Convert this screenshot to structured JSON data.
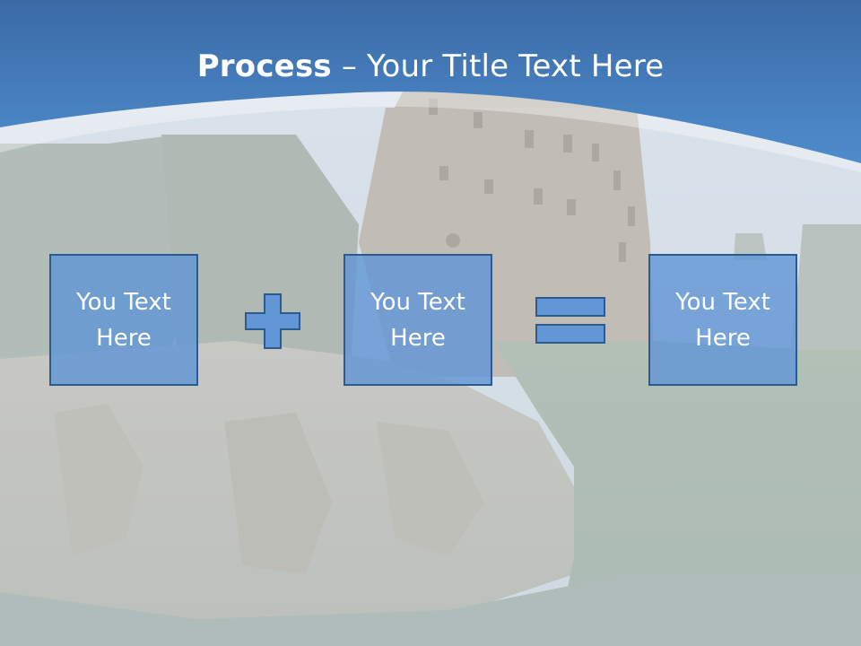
{
  "slide": {
    "title_bold": "Process",
    "title_rest": " – Your Title Text Here",
    "boxes": [
      {
        "line1": "You Text",
        "line2": "Here"
      },
      {
        "line1": "You Text",
        "line2": "Here"
      },
      {
        "line1": "You Text",
        "line2": "Here"
      }
    ],
    "operators": [
      "plus-icon",
      "equals-icon"
    ]
  },
  "colors": {
    "header_blue": "#3b72b8",
    "box_fill": "#6296d6",
    "box_border": "#2d5b8e"
  }
}
